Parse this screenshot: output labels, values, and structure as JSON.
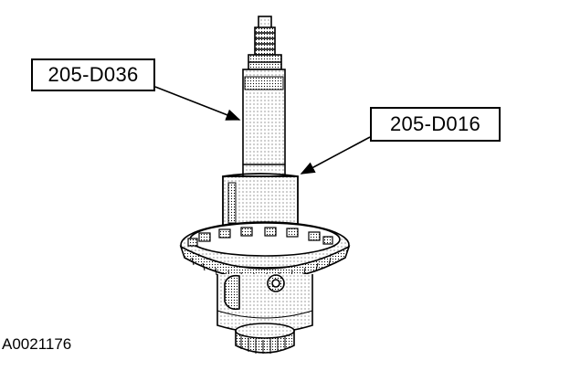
{
  "callouts": [
    {
      "label": "205-D036"
    },
    {
      "label": "205-D016"
    }
  ],
  "figure_id": "A0021176",
  "colors": {
    "ink": "#000000",
    "paper": "#ffffff",
    "shade": "#cfcfcf"
  }
}
